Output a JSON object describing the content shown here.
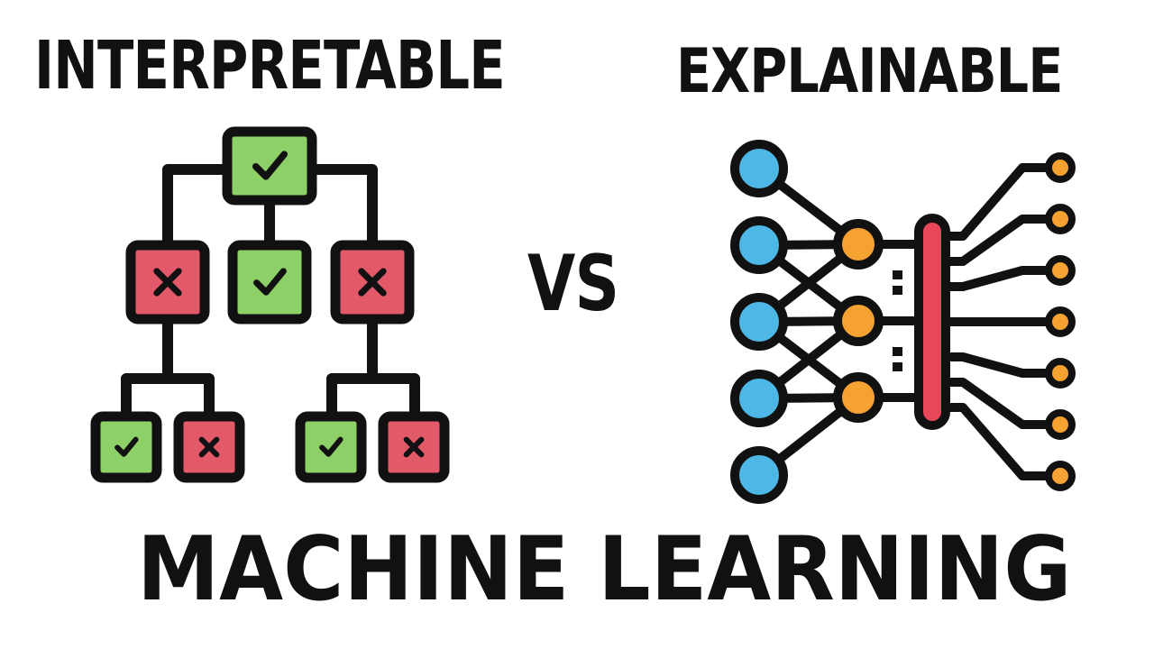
{
  "titles": {
    "left": "INTERPRETABLE",
    "right": "EXPLAINABLE",
    "vs": "VS",
    "bottom": "MACHINE LEARNING"
  },
  "colors": {
    "text": "#111111",
    "outline": "#111111",
    "check_green": "#8ED068",
    "cross_red": "#E25A6A",
    "input_blue": "#4DB8E6",
    "hidden_orange": "#F5A233",
    "output_orange": "#F5A233",
    "bar_red": "#E8475A",
    "background": "#FFFFFF"
  },
  "icons": {
    "left": "decision-tree-icon",
    "right": "neural-network-icon",
    "check": "check-icon",
    "cross": "cross-icon"
  },
  "decision_tree": {
    "root": "check",
    "level1": [
      "cross",
      "check",
      "cross"
    ],
    "level2": [
      "check",
      "cross",
      "check",
      "cross"
    ]
  },
  "neural_network": {
    "inputs": 5,
    "hidden": 3,
    "outputs": 7
  }
}
